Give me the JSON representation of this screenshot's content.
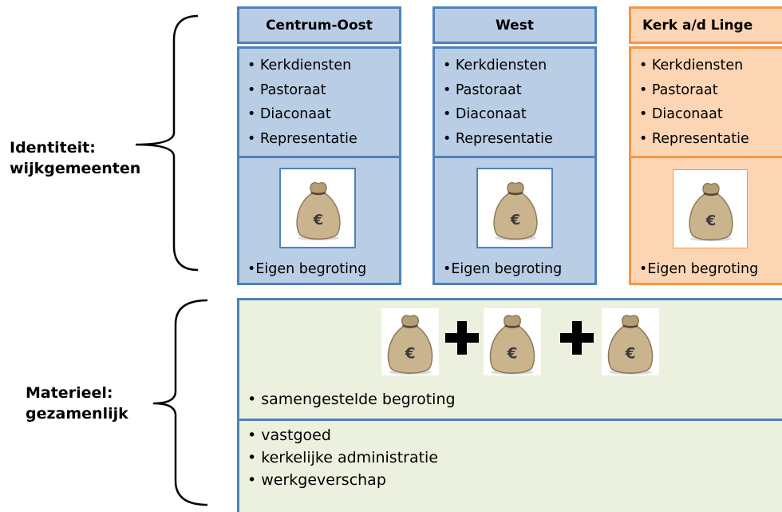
{
  "identity": {
    "label_line1": "Identiteit:",
    "label_line2": "wijkgemeenten"
  },
  "material": {
    "label_line1": "Materieel:",
    "label_line2": "gezamenlijk"
  },
  "columns": [
    {
      "title": "Centrum-Oost",
      "items": [
        "Kerkdiensten",
        "Pastoraat",
        "Diaconaat",
        "Representatie"
      ],
      "budget": "Eigen begroting"
    },
    {
      "title": "West",
      "items": [
        "Kerkdiensten",
        "Pastoraat",
        "Diaconaat",
        "Representatie"
      ],
      "budget": "Eigen begroting"
    },
    {
      "title": "Kerk a/d Linge",
      "items": [
        "Kerkdiensten",
        "Pastoraat",
        "Diaconaat",
        "Representatie"
      ],
      "budget": "Eigen begroting"
    }
  ],
  "combined": {
    "label": "samengestelde begroting"
  },
  "shared_items": [
    "vastgoed",
    "kerkelijke administratie",
    "werkgeverschap"
  ],
  "icons": {
    "bag": "money-bag-euro-icon",
    "plus": "plus-icon"
  },
  "bag_symbol": "€",
  "colors": {
    "blue_border": "#4f81bd",
    "blue_fill": "#b9cde5",
    "orange_border": "#f79646",
    "orange_fill": "#fcd5b4",
    "green_fill": "#ebf1de"
  }
}
